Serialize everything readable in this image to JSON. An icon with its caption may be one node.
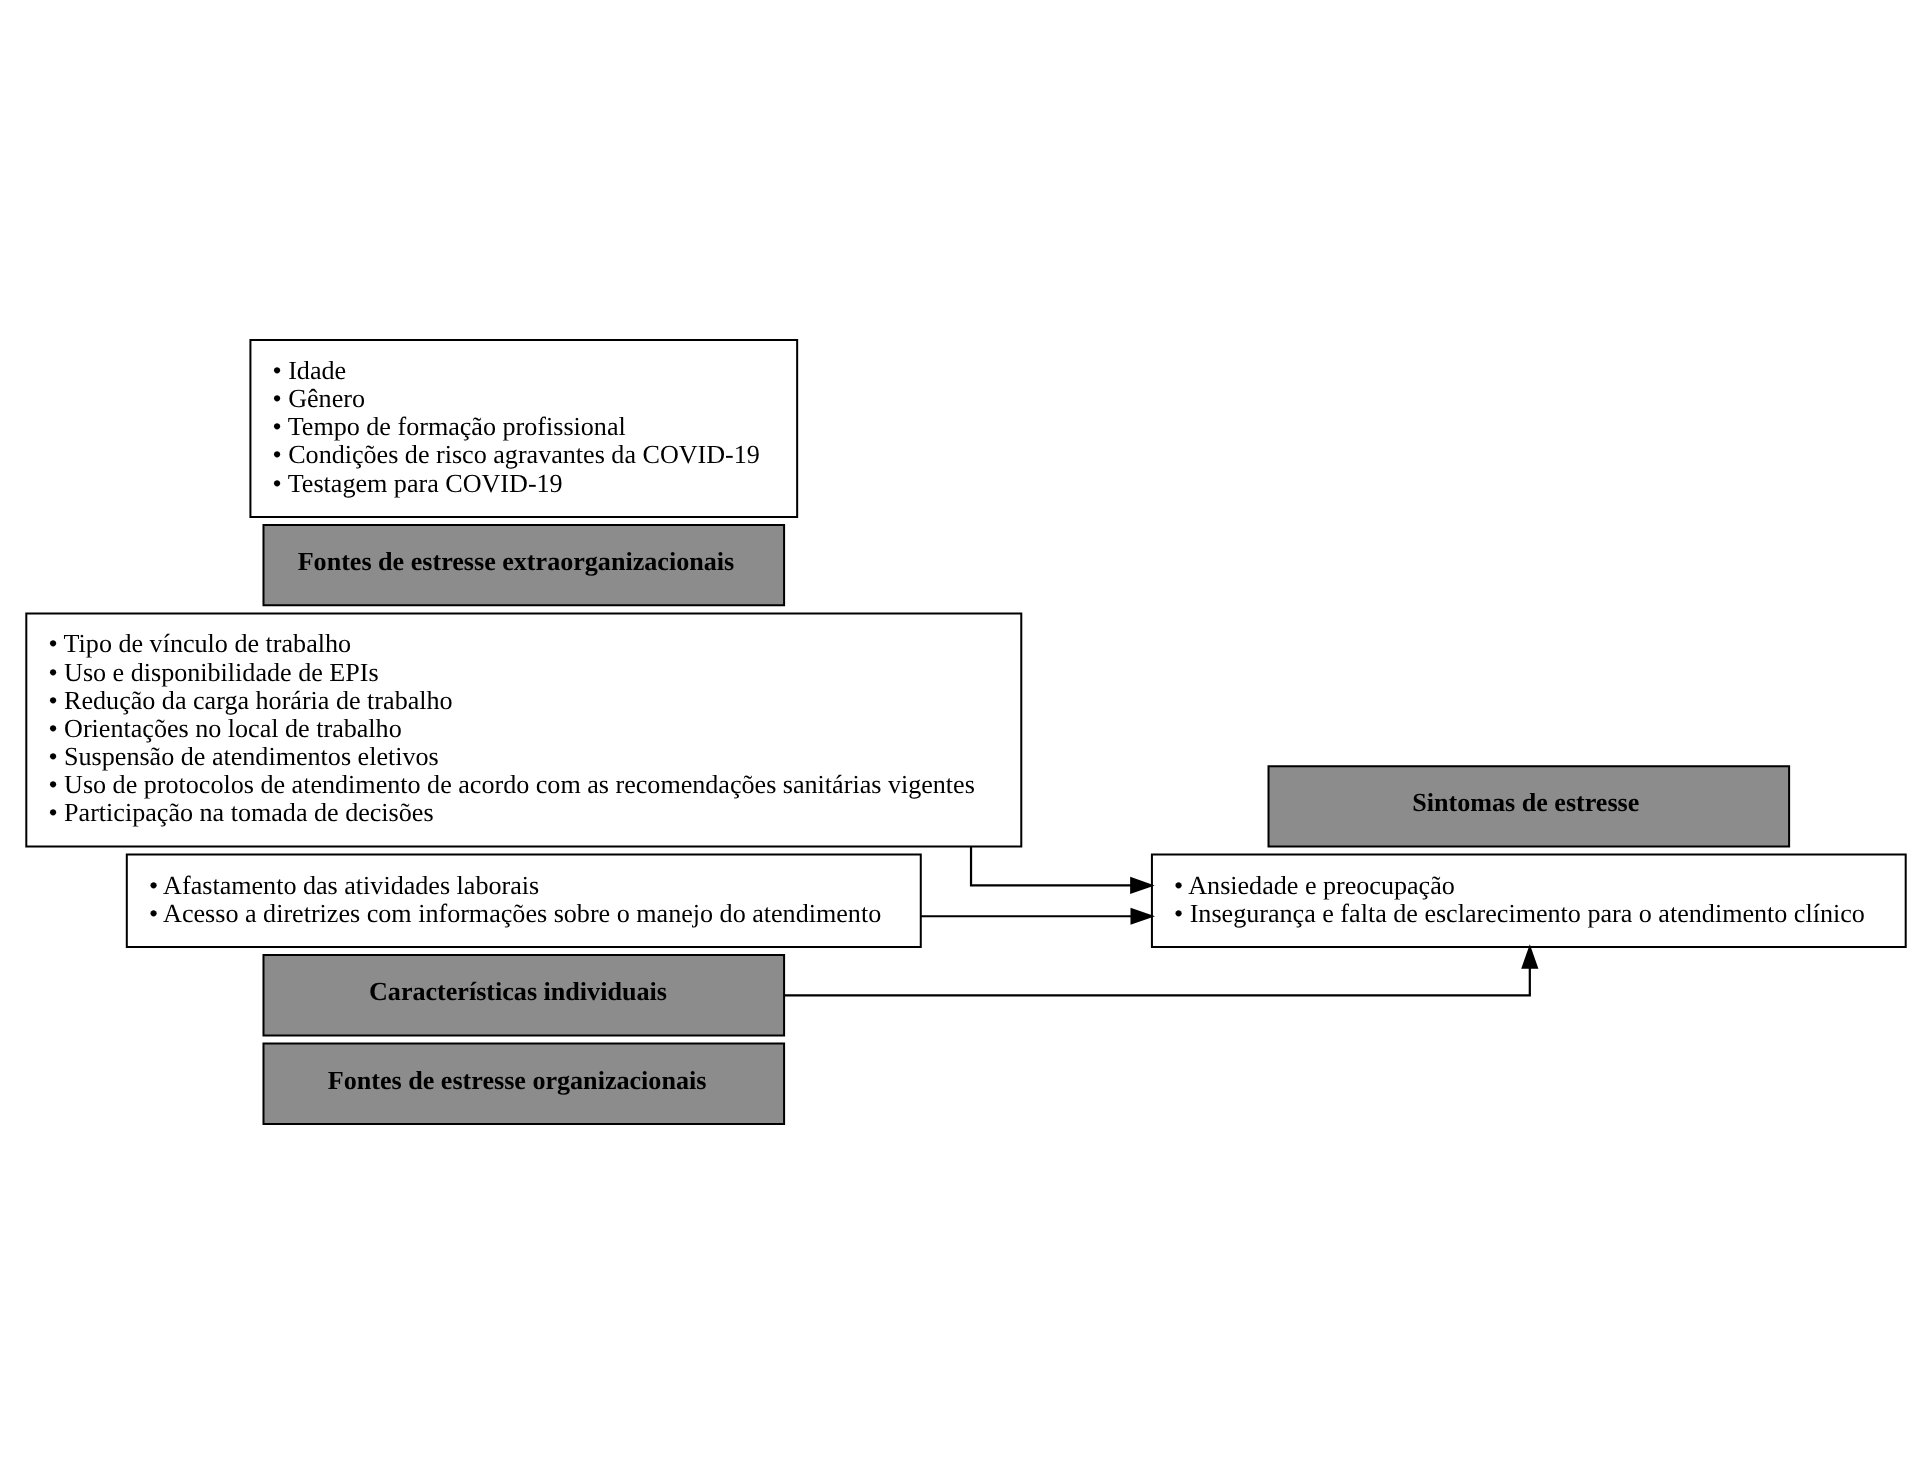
{
  "diagram": {
    "nodes": [
      {
        "text": [
          "Fontes de estresse organizacionais"
        ]
      },
      {
        "text": [
          "• Tipo de vínculo de trabalho",
          "• Uso e disponibilidade de EPIs",
          "• Redução da carga horária de trabalho",
          "• Orientações no local de trabalho",
          "• Suspensão de atendimentos eletivos",
          "• Uso de protocolos de atendimento de acordo com as recomendações sanitárias vigentes",
          "• Participação na tomada de decisões"
        ]
      },
      {
        "text": [
          "Sintomas de estresse"
        ]
      },
      {
        "text": [
          "• Ansiedade e preocupação",
          "• Insegurança e falta de esclarecimento para o atendimento clínico"
        ]
      },
      {
        "text": [
          "Fontes de estresse extraorganizacionais"
        ]
      },
      {
        "text": [
          "• Afastamento das atividades laborais",
          "• Acesso a diretrizes com informações sobre o manejo do atendimento"
        ]
      },
      {
        "text": [
          "Características individuais"
        ]
      },
      {
        "text": [
          "• Idade",
          "• Gênero",
          "• Tempo de formação profissional",
          "• Condições de risco agravantes da COVID-19",
          "• Testagem para COVID-19"
        ]
      }
    ],
    "edges": [
      {
        "from": 1,
        "to": 3,
        "arrow": "to"
      },
      {
        "from": 5,
        "to": 3,
        "arrow": "to"
      },
      {
        "from": 6,
        "to": 3,
        "arrow": "to"
      }
    ]
  }
}
